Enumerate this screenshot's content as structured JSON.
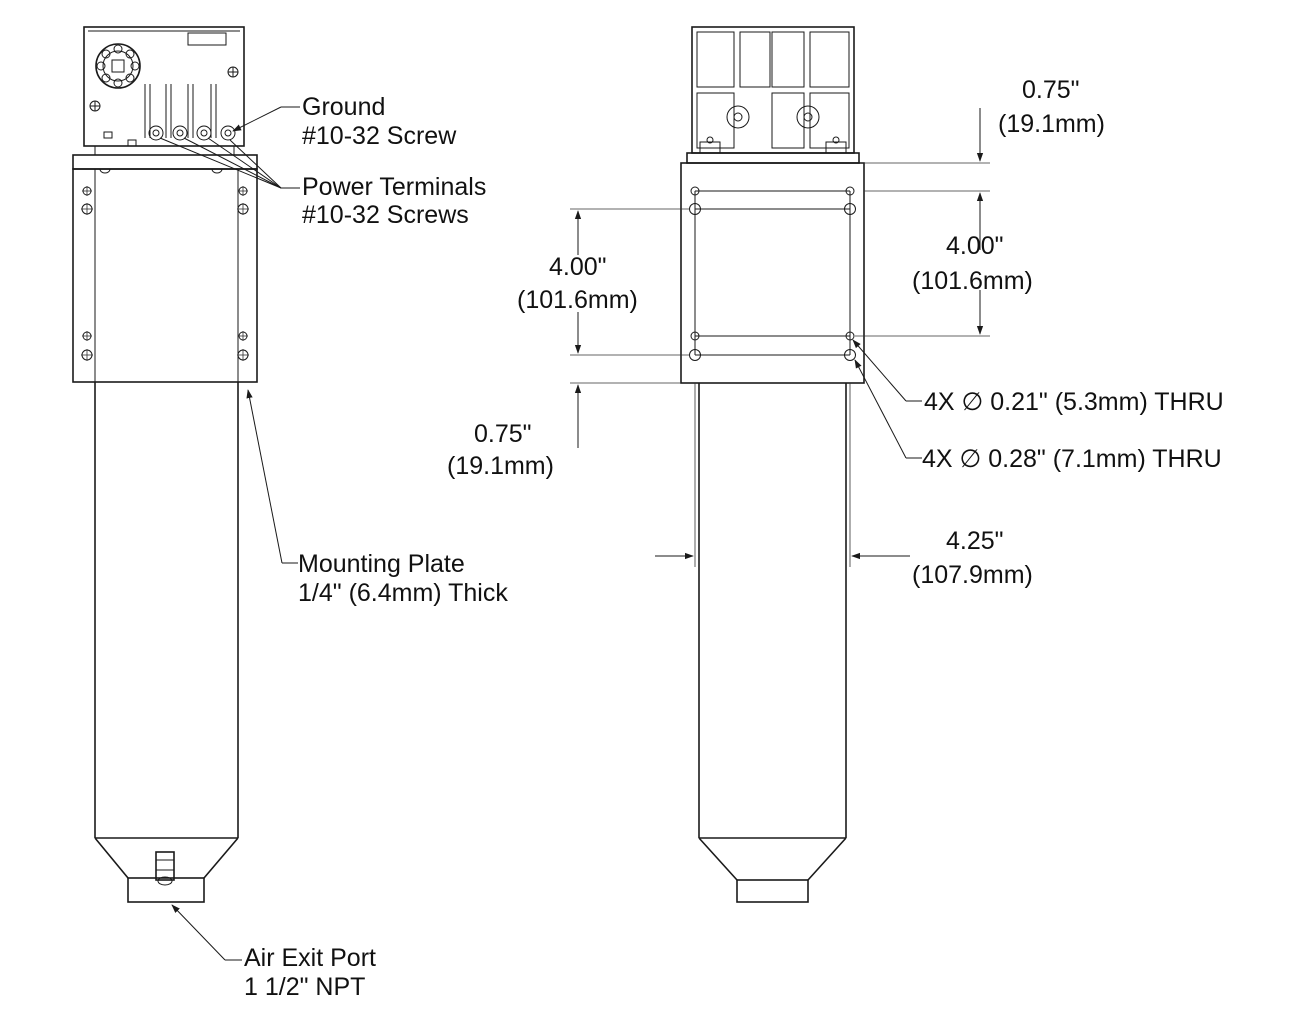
{
  "annotations": {
    "ground": {
      "line1": "Ground",
      "line2": "#10-32 Screw"
    },
    "power_terminals": {
      "line1": "Power Terminals",
      "line2": "#10-32 Screws"
    },
    "mounting_plate": {
      "line1": "Mounting Plate",
      "line2": "1/4\" (6.4mm) Thick"
    },
    "air_exit": {
      "line1": "Air Exit Port",
      "line2": "1 1/2\" NPT"
    }
  },
  "dimensions": {
    "top_offset": {
      "imperial": "0.75\"",
      "metric": "(19.1mm)"
    },
    "right_spacing": {
      "imperial": "4.00\"",
      "metric": "(101.6mm)"
    },
    "left_spacing": {
      "imperial": "4.00\"",
      "metric": "(101.6mm)"
    },
    "bottom_offset": {
      "imperial": "0.75\"",
      "metric": "(19.1mm)"
    },
    "small_holes": "4X  ∅ 0.21\" (5.3mm) THRU",
    "large_holes": "4X  ∅ 0.28\" (7.1mm) THRU",
    "width": {
      "imperial": "4.25\"",
      "metric": "(107.9mm)"
    }
  }
}
